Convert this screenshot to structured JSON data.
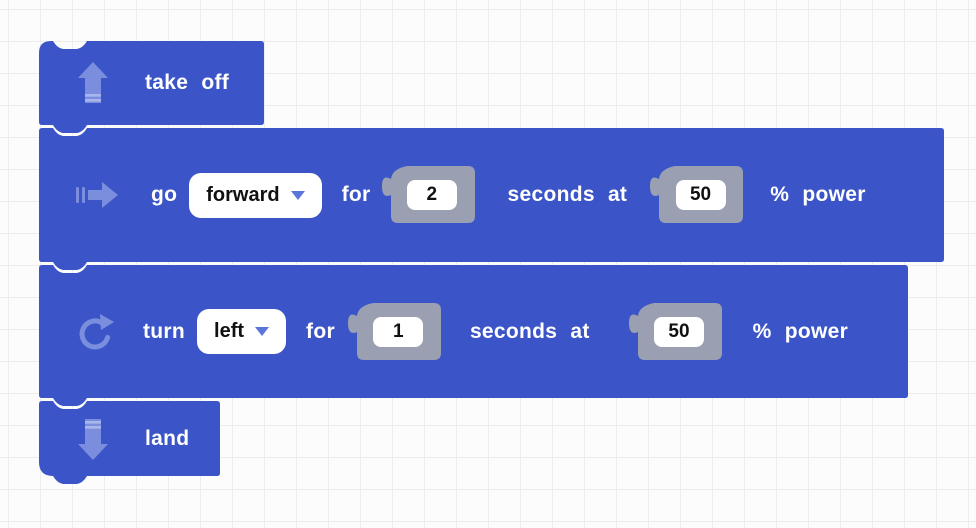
{
  "colors": {
    "canvas_bg": "#fcfcfc",
    "grid_line": "#ededed",
    "block_blue": "#3b55c8",
    "icon_blue": "#7b8edd",
    "icon_stripe": "#a9b6ec",
    "caret_blue": "#5b76d8",
    "socket_gray": "#9aa0b2",
    "field_white": "#ffffff"
  },
  "blocks": {
    "takeoff": {
      "icon": "up-arrow",
      "label": "take off"
    },
    "go": {
      "icon": "fast-forward-arrow",
      "verb": "go",
      "direction": "forward",
      "for_label": "for",
      "duration": "2",
      "seconds_at_label": "seconds at",
      "power": "50",
      "power_label": "% power"
    },
    "turn": {
      "icon": "rotate-clockwise-arrow",
      "verb": "turn",
      "direction": "left",
      "for_label": "for",
      "duration": "1",
      "seconds_at_label": "seconds at",
      "power": "50",
      "power_label": "% power"
    },
    "land": {
      "icon": "down-arrow",
      "label": "land"
    }
  }
}
